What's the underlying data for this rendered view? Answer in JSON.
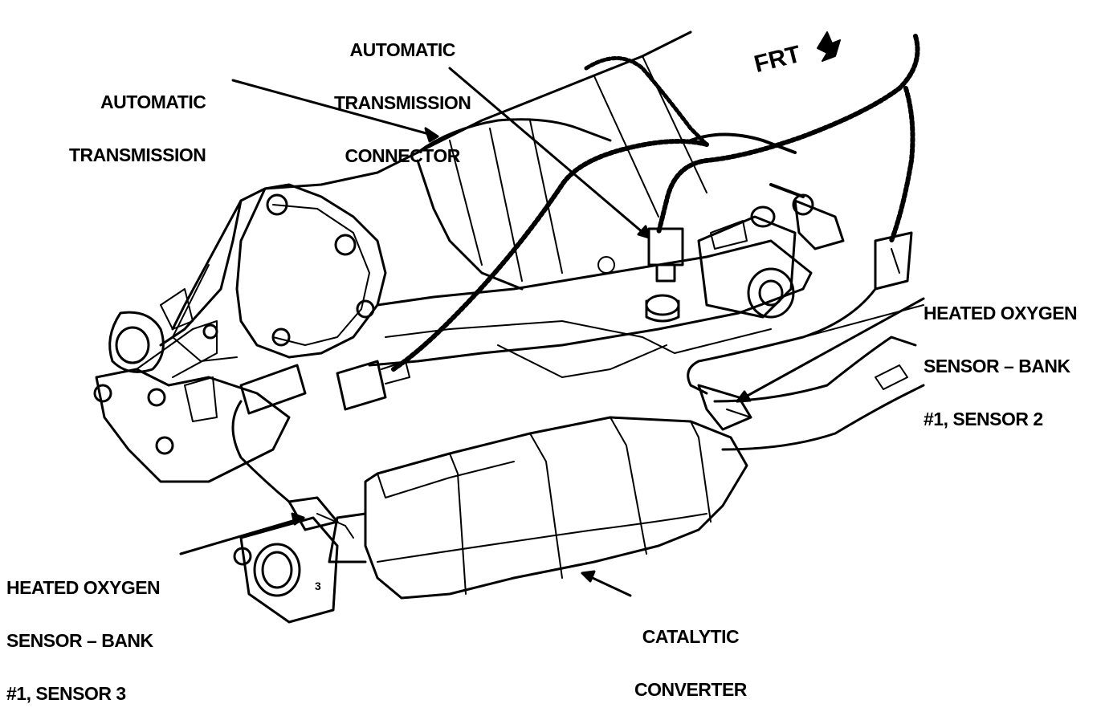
{
  "labels": {
    "auto_transmission": [
      "AUTOMATIC",
      "TRANSMISSION"
    ],
    "auto_transmission_connector": [
      "AUTOMATIC",
      "TRANSMISSION",
      "CONNECTOR"
    ],
    "front": "FRT",
    "o2_sensor_2": [
      "HEATED OXYGEN",
      "SENSOR – BANK",
      "#1, SENSOR 2"
    ],
    "o2_sensor_3": [
      "HEATED OXYGEN",
      "SENSOR – BANK",
      "#1, SENSOR 3"
    ],
    "catalytic_converter": [
      "CATALYTIC",
      "CONVERTER"
    ],
    "flange_number": "3"
  }
}
